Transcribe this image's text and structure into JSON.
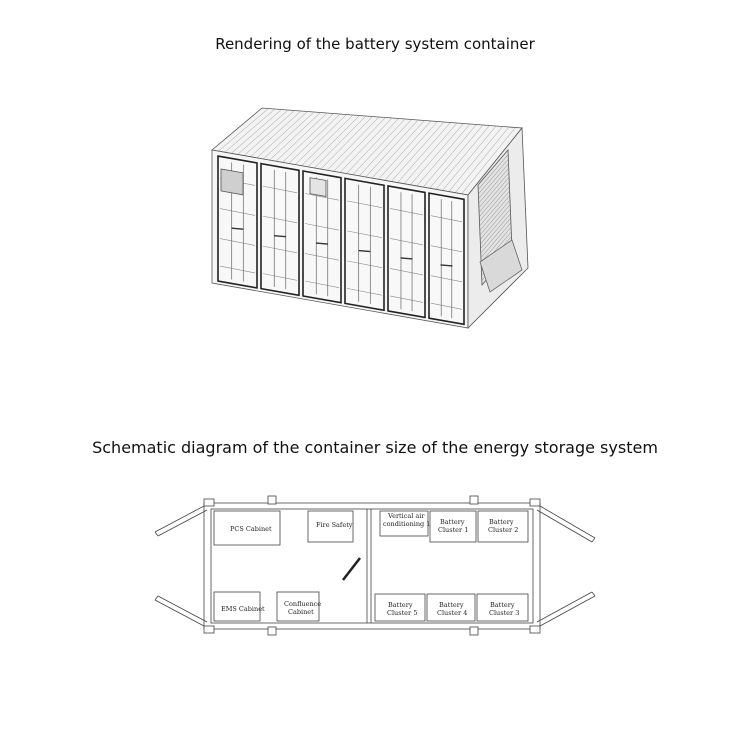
{
  "titles": {
    "rendering": "Rendering of the battery system container",
    "schematic": "Schematic diagram of the container size of the energy storage system"
  },
  "schematic": {
    "pcs_cabinet": "PCS Cabinet",
    "fire_safety": "Fire Safety",
    "ems_cabinet": "EMS Cabinet",
    "confluence_line1": "Confluence",
    "confluence_line2": "Cabinet",
    "vac_line1": "Vertical air",
    "vac_line2": "conditioning 1",
    "bc1_line1": "Battery",
    "bc1_line2": "Cluster 1",
    "bc2_line1": "Battery",
    "bc2_line2": "Cluster 2",
    "bc3_line1": "Battery",
    "bc3_line2": "Cluster 3",
    "bc4_line1": "Battery",
    "bc4_line2": "Cluster 4",
    "bc5_line1": "Battery",
    "bc5_line2": "Cluster 5"
  }
}
